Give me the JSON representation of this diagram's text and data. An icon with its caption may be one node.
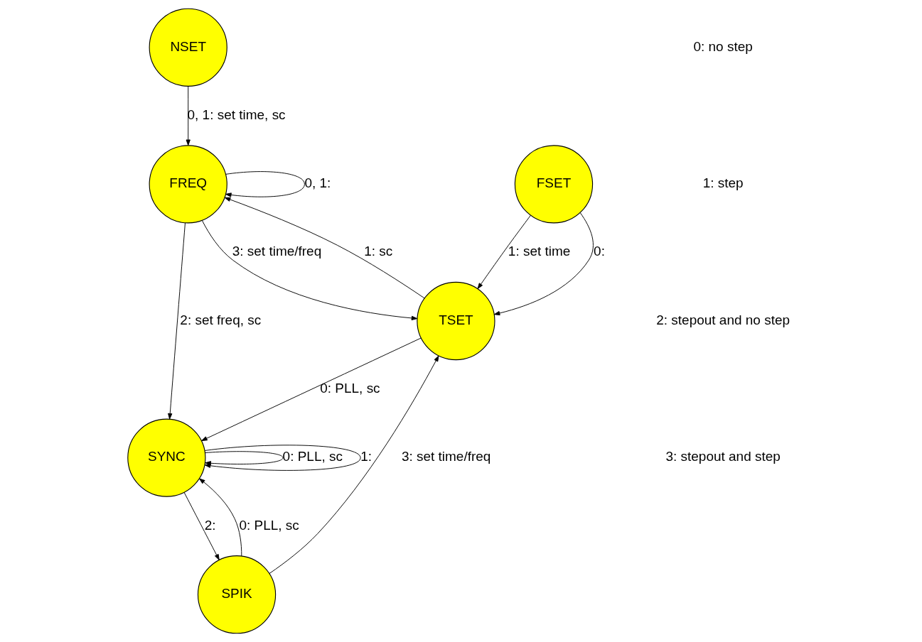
{
  "diagram": {
    "nodes": [
      {
        "text": [
          "NSET"
        ]
      },
      {
        "text": [
          "FSET"
        ]
      },
      {
        "text": [
          "FREQ"
        ]
      },
      {
        "text": [
          "TSET"
        ]
      },
      {
        "text": [
          "SYNC"
        ]
      },
      {
        "text": [
          "SPIK"
        ]
      }
    ],
    "edges": [
      {
        "from": 0,
        "to": 2,
        "arrow": "to",
        "label": "0, 1: set time, sc"
      },
      {
        "from": 1,
        "to": 3,
        "arrow": "to",
        "label": "0:"
      },
      {
        "from": 1,
        "to": 3,
        "arrow": "to",
        "label": "1: set time"
      },
      {
        "from": 2,
        "to": 2,
        "arrow": "to",
        "label": "0, 1:"
      },
      {
        "from": 2,
        "to": 3,
        "arrow": "to",
        "label": "3: set time/freq"
      },
      {
        "from": 3,
        "to": 2,
        "arrow": "to",
        "label": "1: sc"
      },
      {
        "from": 2,
        "to": 4,
        "arrow": "to",
        "label": "2: set freq, sc"
      },
      {
        "from": 3,
        "to": 4,
        "arrow": "to",
        "label": "0: PLL, sc"
      },
      {
        "from": 5,
        "to": 3,
        "arrow": "to",
        "label": "3: set time/freq"
      },
      {
        "from": 4,
        "to": 4,
        "arrow": "to",
        "label": "0: PLL, sc"
      },
      {
        "from": 4,
        "to": 4,
        "arrow": "to",
        "label": "1:"
      },
      {
        "from": 4,
        "to": 5,
        "arrow": "to",
        "label": "2:"
      },
      {
        "from": 5,
        "to": 4,
        "arrow": "to",
        "label": "0: PLL, sc"
      }
    ],
    "labels": [
      "0: no step",
      "1: step",
      "2: stepout and no step",
      "3: stepout and step"
    ]
  }
}
